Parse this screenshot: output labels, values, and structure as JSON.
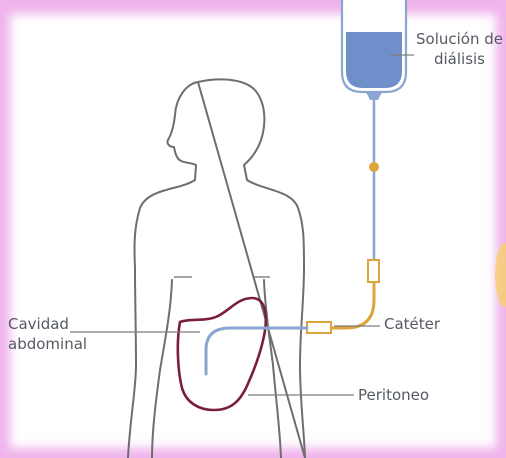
{
  "labels": {
    "solution_line1": "Solución de",
    "solution_line2": "diálisis",
    "cavity_line1": "Cavidad",
    "cavity_line2": "abdominal",
    "catheter": "Catéter",
    "peritoneum": "Peritoneo"
  },
  "colors": {
    "frame_pink": "#efb4ec",
    "body_outline": "#6e6e6e",
    "tube_blue": "#8aa6d0",
    "fluid_blue": "#6f8fcb",
    "catheter_gold": "#dca43a",
    "peritoneum_maroon": "#7a1f3a",
    "label_text": "#555a63",
    "leader_line": "#7d7d7d"
  }
}
